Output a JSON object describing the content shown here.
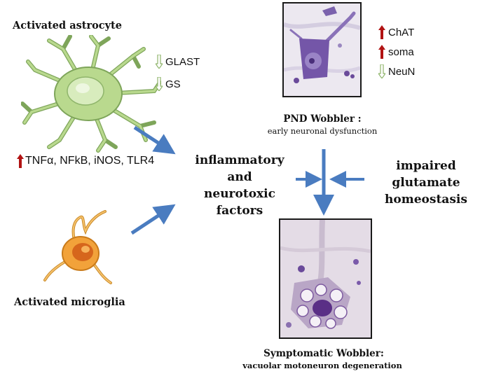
{
  "astrocyte": {
    "title": "Activated astrocyte",
    "markers": [
      {
        "direction": "down",
        "label": "GLAST"
      },
      {
        "direction": "down",
        "label": "GS"
      }
    ]
  },
  "microglia": {
    "title": "Activated microglia",
    "markers": {
      "direction": "up",
      "label": "TNFα, NFkB, iNOS, TLR4"
    }
  },
  "center": {
    "lines": [
      "inflammatory",
      "and",
      "neurotoxic",
      "factors"
    ]
  },
  "right": {
    "lines": [
      "impaired",
      "glutamate",
      "homeostasis"
    ]
  },
  "pnd": {
    "title": "PND Wobbler :",
    "subtitle": "early neuronal dysfunction",
    "markers": [
      {
        "direction": "up",
        "label": "ChAT"
      },
      {
        "direction": "up",
        "label": "soma"
      },
      {
        "direction": "down",
        "label": "NeuN"
      }
    ]
  },
  "symptomatic": {
    "title": "Symptomatic Wobbler:",
    "subtitle": "vacuolar motoneuron degeneration"
  },
  "colors": {
    "arrow_blue": "#4a7cc0",
    "up_arrow": "#b11313",
    "down_arrow": "#8fb56b",
    "astrocyte_fill": "#b9d98e",
    "microglia_fill": "#f2a23a",
    "stain_purple": "#6a4a9a"
  }
}
